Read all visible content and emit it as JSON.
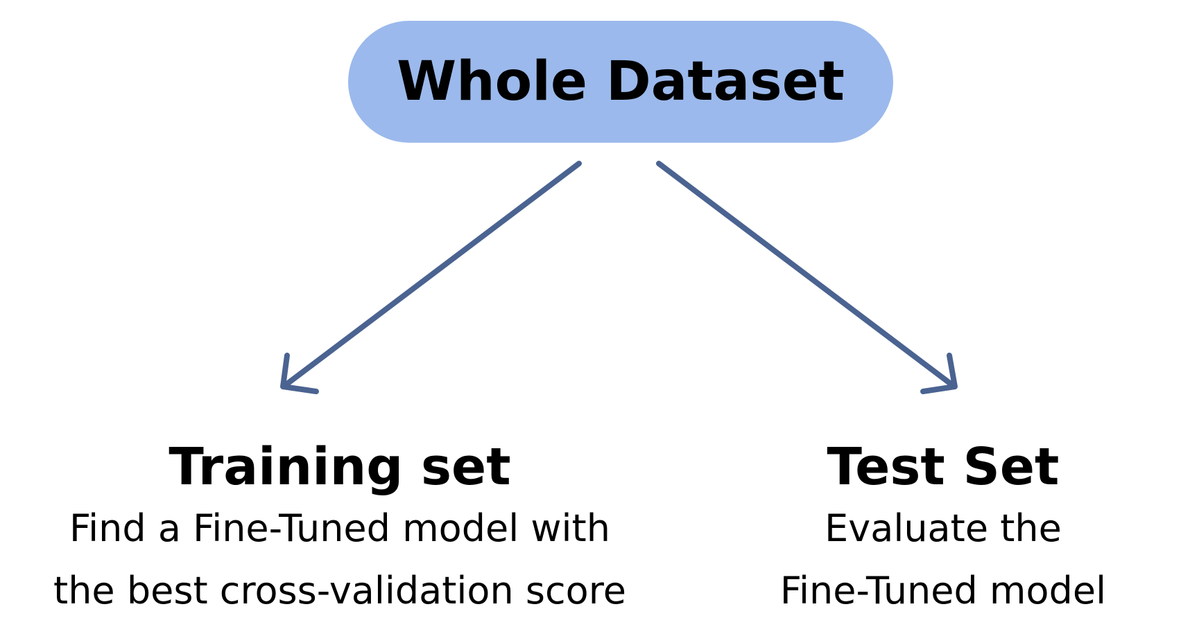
{
  "colors": {
    "root_fill": "#9BB9EC",
    "arrow": "#4A6391",
    "text": "#000000"
  },
  "root": {
    "label": "Whole Dataset"
  },
  "branches": [
    {
      "title": "Training set",
      "description_lines": [
        "Find a Fine-Tuned model with",
        "the best cross-validation score"
      ]
    },
    {
      "title": "Test Set",
      "description_lines": [
        "Evaluate the",
        "Fine-Tuned model"
      ]
    }
  ],
  "edges": [
    {
      "from": "root",
      "to": "branches.0"
    },
    {
      "from": "root",
      "to": "branches.1"
    }
  ]
}
